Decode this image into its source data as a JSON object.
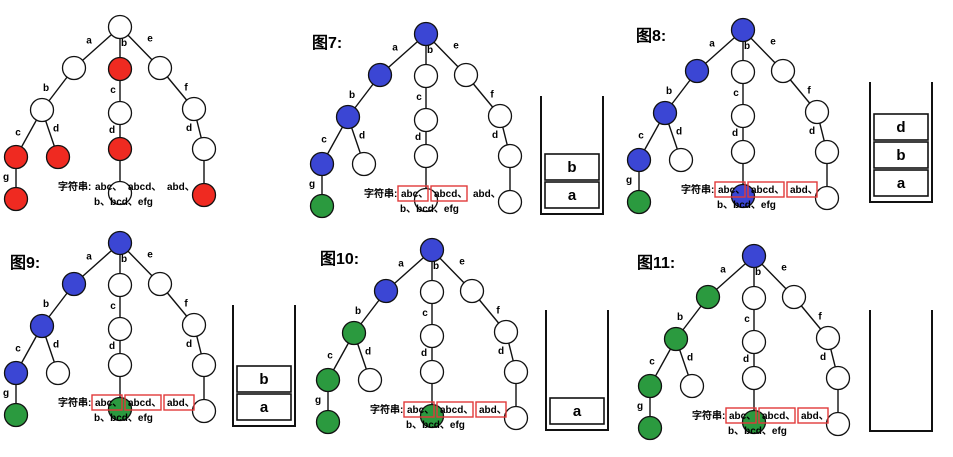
{
  "colors": {
    "white": "#ffffff",
    "red": "#ef2a21",
    "blue": "#3b46d4",
    "green": "#2b9a3f",
    "highlight": "#e03a3a",
    "stroke": "#111111"
  },
  "tree": {
    "edge_labels": [
      "a",
      "b",
      "e",
      "b",
      "c",
      "f",
      "c",
      "d",
      "d",
      "g",
      "d"
    ]
  },
  "panels": [
    {
      "title": "",
      "string_label": "字符串:",
      "words_line1": [
        "abc、",
        "abcd、",
        "abd、"
      ],
      "words_line2": "b、bcd、efg",
      "highlighted_count": 0,
      "stack": null,
      "node_colors": [
        "white",
        "white",
        "red",
        "white",
        "white",
        "white",
        "white",
        "red",
        "red",
        "red",
        "white",
        "red",
        "white",
        "red",
        "red"
      ]
    },
    {
      "title": "图7:",
      "string_label": "字符串:",
      "words_line1": [
        "abc、",
        "abcd、",
        "abd、"
      ],
      "words_line2": "b、bcd、efg",
      "highlighted_count": 2,
      "stack": [
        "b",
        "a"
      ],
      "node_colors": [
        "blue",
        "blue",
        "white",
        "white",
        "blue",
        "white",
        "white",
        "blue",
        "white",
        "white",
        "white",
        "green",
        "white",
        "white",
        "green"
      ]
    },
    {
      "title": "图8:",
      "string_label": "字符串:",
      "words_line1": [
        "abc、",
        "abcd、",
        "abd、"
      ],
      "words_line2": "b、bcd、efg",
      "highlighted_count": 3,
      "stack": [
        "d",
        "b",
        "a"
      ],
      "node_colors": [
        "blue",
        "blue",
        "white",
        "white",
        "blue",
        "white",
        "white",
        "blue",
        "white",
        "white",
        "white",
        "green",
        "blue",
        "white",
        "green"
      ]
    },
    {
      "title": "图9:",
      "string_label": "字符串:",
      "words_line1": [
        "abc、",
        "abcd、",
        "abd、"
      ],
      "words_line2": "b、bcd、efg",
      "highlighted_count": 3,
      "stack": [
        "b",
        "a"
      ],
      "node_colors": [
        "blue",
        "blue",
        "white",
        "white",
        "blue",
        "white",
        "white",
        "blue",
        "white",
        "white",
        "white",
        "green",
        "green",
        "white",
        "green"
      ]
    },
    {
      "title": "图10:",
      "string_label": "字符串:",
      "words_line1": [
        "abc、",
        "abcd、",
        "abd、"
      ],
      "words_line2": "b、bcd、efg",
      "highlighted_count": 3,
      "stack": [
        "a"
      ],
      "node_colors": [
        "blue",
        "blue",
        "white",
        "white",
        "green",
        "white",
        "white",
        "green",
        "white",
        "white",
        "white",
        "green",
        "green",
        "white",
        "green"
      ]
    },
    {
      "title": "图11:",
      "string_label": "字符串:",
      "words_line1": [
        "abc、",
        "abcd、",
        "abd、"
      ],
      "words_line2": "b、bcd、efg",
      "highlighted_count": 3,
      "stack": [],
      "node_colors": [
        "blue",
        "green",
        "white",
        "white",
        "green",
        "white",
        "white",
        "green",
        "white",
        "white",
        "white",
        "green",
        "green",
        "white",
        "green"
      ]
    }
  ]
}
